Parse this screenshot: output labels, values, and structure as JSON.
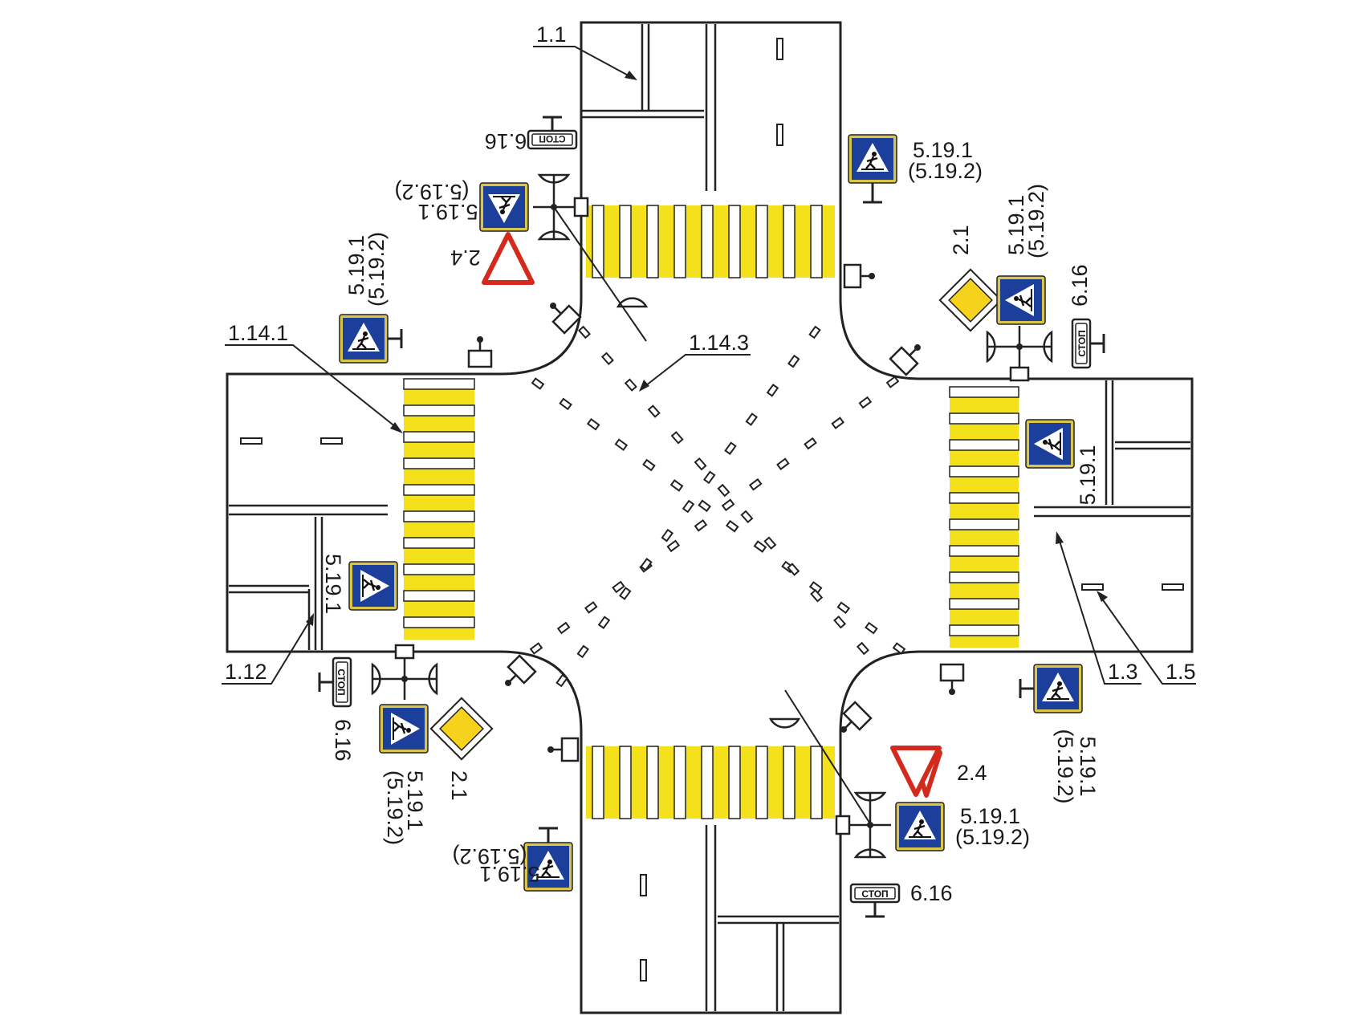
{
  "labels": {
    "marking_1_1": "1.1",
    "marking_1_14_1": "1.14.1",
    "marking_1_14_3": "1.14.3",
    "marking_1_12": "1.12",
    "marking_1_3": "1.3",
    "marking_1_5": "1.5",
    "sign_5_19_1": "5.19.1",
    "sign_5_19_2": "(5.19.2)",
    "sign_2_4": "2.4",
    "sign_2_1": "2.1",
    "sign_6_16": "6.16",
    "stop_word": "СТОП"
  },
  "colors": {
    "sign_blue": "#1c3f9b",
    "sign_triangle_white": "#ffffff",
    "zebra_yellow": "#f5e01c",
    "priority_yellow": "#f7d21c",
    "yield_red": "#d42a1e",
    "line": "#222222"
  },
  "icons": {
    "pedestrian_crossing": "pedestrian-crossing-sign-icon",
    "yield": "yield-sign-icon",
    "priority_road": "priority-road-sign-icon",
    "stop_line": "stop-line-sign-icon",
    "traffic_light": "traffic-light-icon",
    "pedestrian_light": "pedestrian-traffic-light-icon"
  }
}
